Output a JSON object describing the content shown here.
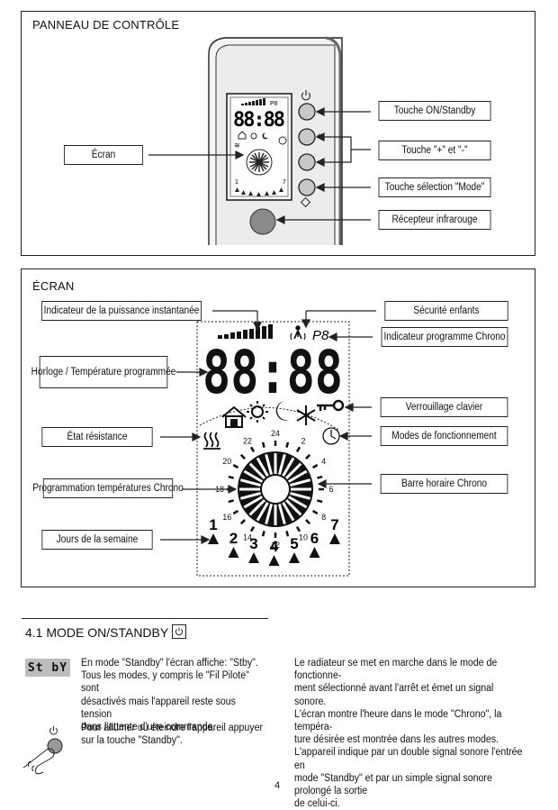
{
  "panel1": {
    "title": "PANNEAU DE CONTRÔLE",
    "labels": {
      "ecran": "Écran",
      "onoff": "Touche ON/Standby",
      "plusminus": "Touche \"+\" et \"-\"",
      "mode": "Touche sélection \"Mode\"",
      "infrarouge": "Récepteur infrarouge"
    },
    "lcd": {
      "digits": "88:88",
      "prog": "P8"
    }
  },
  "panel2": {
    "title": "ÉCRAN",
    "labels": {
      "puissance": "Indicateur de la puissance instantanée",
      "securite": "Sécurité enfants",
      "programme": "Indicateur programme Chrono",
      "horloge": "Horloge / Température programmée",
      "verrouillage": "Verrouillage clavier",
      "resistance": "État résistance",
      "modes": "Modes de fonctionnement",
      "programmation": "Programmation températures Chrono",
      "barre": "Barre horaire Chrono",
      "jours": "Jours de la semaine"
    },
    "display": {
      "digits": "88:88",
      "prog": "P8",
      "hours": [
        "24",
        "2",
        "4",
        "6",
        "8",
        "10",
        "12",
        "14",
        "16",
        "18",
        "20",
        "22"
      ],
      "days": [
        "1",
        "2",
        "3",
        "4",
        "5",
        "6",
        "7"
      ]
    }
  },
  "section": {
    "title": "4.1 MODE ON/STANDBY",
    "stby": "St bY",
    "left_para1": [
      "En mode \"Standby\" l'écran affiche: \"Stby\".",
      "Tous les modes, y compris le \"Fil Pilote\" sont",
      "désactivés mais l'appareil reste sous tension",
      "dans l'attente d'une commande."
    ],
    "left_para2": [
      "Pour allumer ou éteindre l'appareil  appuyer",
      "sur la touche \"Standby\"."
    ],
    "right_para": [
      "Le radiateur se met en marche dans le mode de fonctionne-",
      "ment sélectionné avant l'arrêt et émet un signal sonore.",
      "L'écran montre l'heure dans le mode \"Chrono\", la tempéra-",
      "ture désirée est montrée dans les autres modes.",
      "L'appareil indique par un double signal sonore l'entrée en",
      "mode \"Standby\" et par un simple signal sonore prolongé la sortie",
      "de celui-ci."
    ],
    "page": "4"
  }
}
